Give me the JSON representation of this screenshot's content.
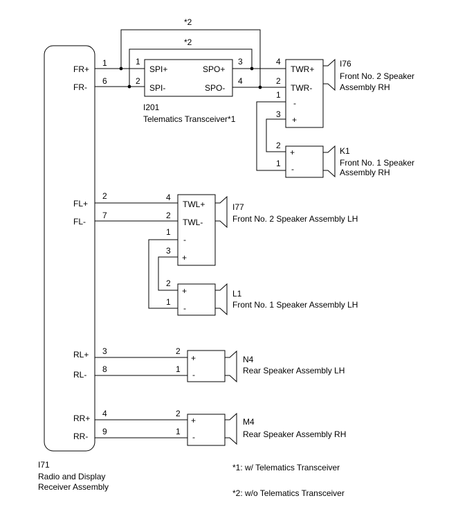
{
  "radio": {
    "id": "I71",
    "name_line1": "Radio and Display",
    "name_line2": "Receiver Assembly",
    "terminals": {
      "fr_plus": "FR+",
      "fr_minus": "FR-",
      "fl_plus": "FL+",
      "fl_minus": "FL-",
      "rl_plus": "RL+",
      "rl_minus": "RL-",
      "rr_plus": "RR+",
      "rr_minus": "RR-"
    },
    "pins": {
      "fr_plus": "1",
      "fr_minus": "6",
      "fl_plus": "2",
      "fl_minus": "7",
      "rl_plus": "3",
      "rl_minus": "8",
      "rr_plus": "4",
      "rr_minus": "9"
    }
  },
  "telematics": {
    "id": "I201",
    "name": "Telematics Transceiver*1",
    "terminals": {
      "spi_plus": "SPI+",
      "spi_minus": "SPI-",
      "spo_plus": "SPO+",
      "spo_minus": "SPO-"
    },
    "pins": {
      "spi_plus": "1",
      "spi_minus": "2",
      "spo_plus": "3",
      "spo_minus": "4"
    }
  },
  "bypass_note_a": "*2",
  "bypass_note_b": "*2",
  "i76": {
    "id": "I76",
    "name_line1": "Front No. 2 Speaker",
    "name_line2": "Assembly RH",
    "terminals": {
      "twr_plus": "TWR+",
      "twr_minus": "TWR-",
      "minus": "-",
      "plus": "+"
    },
    "pins": {
      "twr_plus": "4",
      "twr_minus": "2",
      "minus": "1",
      "plus": "3"
    }
  },
  "k1": {
    "id": "K1",
    "name_line1": "Front No. 1 Speaker",
    "name_line2": "Assembly RH",
    "terminals": {
      "plus": "+",
      "minus": "-"
    },
    "pins": {
      "plus": "2",
      "minus": "1"
    }
  },
  "i77": {
    "id": "I77",
    "name": "Front No. 2 Speaker Assembly LH",
    "terminals": {
      "twl_plus": "TWL+",
      "twl_minus": "TWL-",
      "minus": "-",
      "plus": "+"
    },
    "pins": {
      "twl_plus": "4",
      "twl_minus": "2",
      "minus": "1",
      "plus": "3"
    }
  },
  "l1": {
    "id": "L1",
    "name": "Front No. 1 Speaker Assembly LH",
    "terminals": {
      "plus": "+",
      "minus": "-"
    },
    "pins": {
      "plus": "2",
      "minus": "1"
    }
  },
  "n4": {
    "id": "N4",
    "name": "Rear Speaker Assembly LH",
    "terminals": {
      "plus": "+",
      "minus": "-"
    },
    "pins": {
      "plus": "2",
      "minus": "1"
    }
  },
  "m4": {
    "id": "M4",
    "name": "Rear Speaker Assembly RH",
    "terminals": {
      "plus": "+",
      "minus": "-"
    },
    "pins": {
      "plus": "2",
      "minus": "1"
    }
  },
  "notes": {
    "note1": "*1: w/ Telematics Transceiver",
    "note2": "*2: w/o Telematics Transceiver"
  }
}
